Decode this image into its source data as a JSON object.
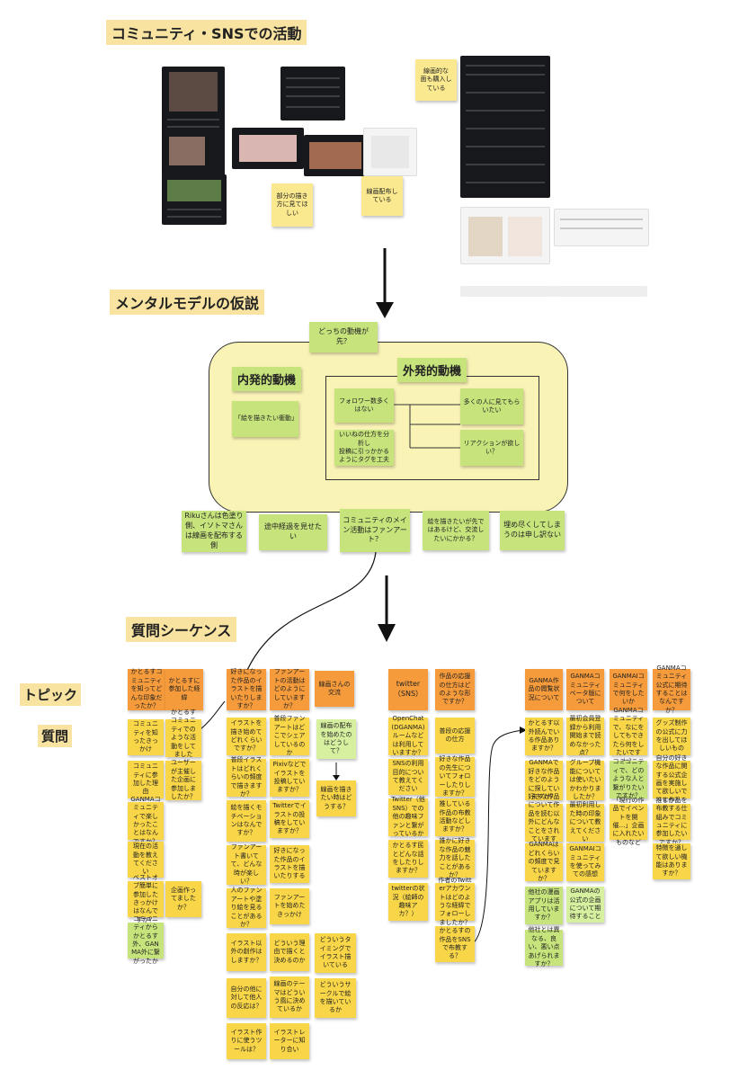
{
  "sections": {
    "community": "コミュニティ・SNSでの活動",
    "mental_model": "メンタルモデルの仮説",
    "sequence": "質問シーケンス"
  },
  "side_labels": {
    "topic": "トピック",
    "question": "質問"
  },
  "activity_notes": [
    "線画的な\n面も購入している",
    "部分の描き方に見てほしい",
    "線画配布している"
  ],
  "mental": {
    "which_first": "どっちの動機が先？",
    "intrinsic": "内発的動機",
    "extrinsic": "外発的動機",
    "want_draw": "「絵を描きたい衝動」",
    "followers": "フォロワー数多くはない",
    "see_many": "多くの人に見てもらいたい",
    "improve": "いいねの仕方を分析し\n投稿に引っかかるようにタグを工夫",
    "reaction": "リアクションが欲しい？",
    "bottom": [
      "Rikuさんは色塗り側、イソトマさんは線画を配布する側",
      "途中経過を見せたい",
      "コミュニティのメイン活動はファンアート？",
      "絵を描きたいが先ではあるけど、交流したいにかかる？",
      "埋め尽くしてしまうのは申し訳ない"
    ]
  },
  "columns": {
    "c1": {
      "topics": [
        "かとるすコミュニティを知ってどんな印象だったか？",
        "かとるすに参加した経緯"
      ],
      "q": [
        "コミュニティを知ったきっかけ",
        "コミュニティに参加した理由",
        "GANMAコミュニティで楽しかったことはなんですか？",
        "現在の活動を教えてください",
        "ベストオブ簡単に参加したきっかけはなんですか？",
        "コミュニティからかとるす外、GANMA外に繋がったか"
      ],
      "q2": [
        "かとるすコミュニティでのような活動をしてましたか？",
        "ユーザーが主催した企画に参加しましたか？",
        "企画作ってましたか？"
      ]
    },
    "c2": {
      "topics": [
        "好きになった作品のイラストを描いたりしますか？",
        "ファンアートの活動はどのようにしていますか？",
        "線画さんの交流"
      ],
      "q": [
        "イラストを描き始めてどれくらいですか？",
        "普段イラストはどれくらいの頻度で描きますか？",
        "絵を描くモチベーションはなんですか？",
        "ファンアート書いてて、どんな時が楽しい？",
        "人のファンアートや塗り絵を見ることがあるか？",
        "イラスト以外の創作はしますか？",
        "自分の他に対して他人の反応は？",
        "イラスト作りに使うツールは？"
      ],
      "q2": [
        "普段ファンアートはどこでシェアしているのか",
        "Pixivなどでイラストを投稿していますか？",
        "Twitterでイラストの投稿をしていますか？",
        "好きになった作品のイラストを描いたりする",
        "ファンアートを始めたきっかけ",
        "どういう理由で描くと決めるのか",
        "線画のテーマはどういう風に決めているか",
        "イラストレーターに知り合い"
      ],
      "q3": [
        "線画を描きたい時はどうする？",
        "どういうタイミングでイラスト描いている",
        "どういうサークルで絵を描いているか"
      ],
      "green": [
        "線画の配布を始めたのはどうして？"
      ]
    },
    "c3": {
      "topics": [
        "twitter（SNS）",
        "作品の応援の仕方はどのような形ですか？"
      ],
      "q": [
        "OpenChat(DGANMA)ルームなどは利用していますか？",
        "SNSの利用目的について教えてください",
        "Twitter（他SNS）での他の趣味ファンと繋がっているか",
        "かとるす民とどんな話をしたりしますか？",
        "twitterの状況（絵師の趣味アカ？）"
      ],
      "q2": [
        "普段の応援の仕方",
        "好きな作品の先生についてフォローしたりしますか？",
        "推している作品の布教活動などしますか？",
        "誰かに好きな作品の魅力を話したことがあるか？",
        "作者のTwitterアカウントはどのような経緯でフォローしましたか？",
        "かとるすの作品をSNSで布教する？"
      ]
    },
    "c4": {
      "topics": [
        "GANMA作品の閲覧状況について",
        "GANMAコミュニティベータ版について",
        "GANMAIコミュニティで何をしたいか",
        "GANMAコミュニティ公式に期待することはなんですか？"
      ],
      "q": [
        "かとるす以外読んでいる作品ありますか？",
        "GANMAで好きな作品をどのように探していますか？",
        "好きな作品について作品を読む以外にどんなことをされていますか？",
        "GANMAはどれくらいの頻度で見ていますか？",
        "他社の漫画アプリは活用していますか？",
        "他社とは異なる、良い、悪い点あげられますか？"
      ],
      "q2": [
        "最初会員登録から利用開始まで読めなかった点？",
        "グループ機能については使いたいかわかりましたか？",
        "最初利用した時の印象について教えてください",
        "GANMAIコミュニティを使ってみての感想"
      ],
      "q3": [
        "GANMAコミュニティで、なにをしてもできたら何をしたいですか？",
        "コミュニティで、どのような人と繋がりたいですか？",
        "「現行の作品でイベントを開催…」企画に入れたいものなど"
      ],
      "q4": [
        "グッズ制作の公式に力を出してほしいもの",
        "自分の好きな作品に関する公式企画を実施して欲しいですか？",
        "推し作品を布教する仕組みでコミュニティに参加したいですか？",
        "特徴を通して欲しい機能はありますか？"
      ],
      "green": [
        "GANMAの公式の企画について期待すること"
      ]
    }
  }
}
